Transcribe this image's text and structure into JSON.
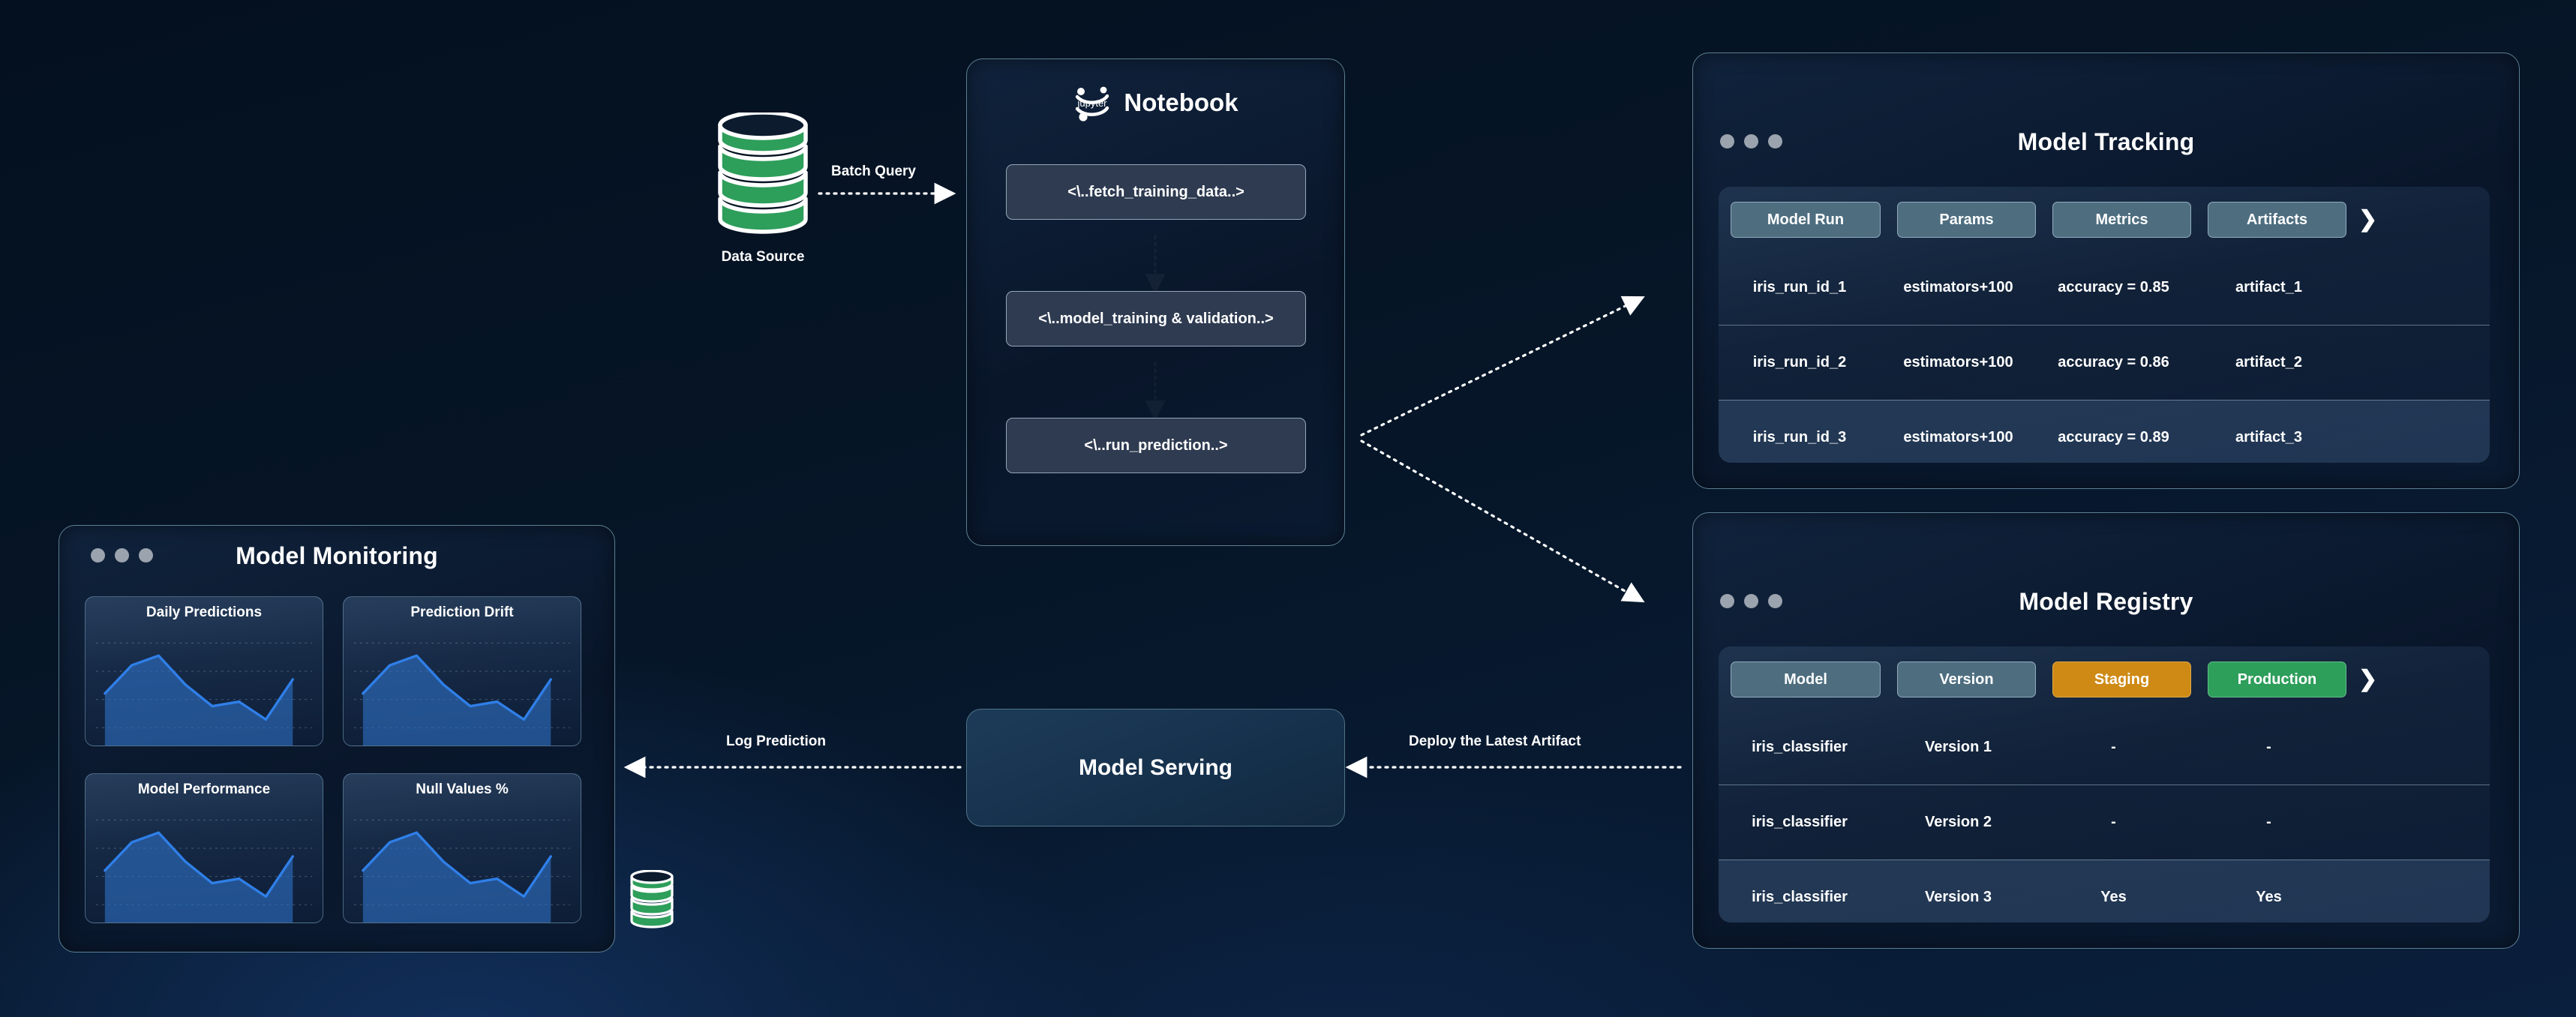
{
  "background": {
    "base_color": "#061426",
    "accent_color": "#0c2043"
  },
  "palette": {
    "panel_border": "#5c7f93",
    "header_pill": "#4e6e80",
    "staging_badge": "#ce8a14",
    "production_badge": "#2e9e5b",
    "database_green": "#2e9e5b",
    "sparkline_line": "#2f7fe8",
    "dot_gray": "#9ba3ae"
  },
  "data_source": {
    "label": "Data Source",
    "icon": "database-cylinder-icon"
  },
  "edges": {
    "batch_query": "Batch Query",
    "log_prediction": "Log Prediction",
    "deploy_artifact": "Deploy the Latest Artifact"
  },
  "notebook": {
    "title": "Notebook",
    "logo": "jupyter-logo",
    "steps": [
      {
        "label": "<\\..fetch_training_data..>"
      },
      {
        "label": "<\\..model_training & validation..>"
      },
      {
        "label": "<\\..run_prediction..>"
      }
    ]
  },
  "model_tracking": {
    "title": "Model Tracking",
    "window_dots": 3,
    "more_icon": "chevron-right-icon",
    "columns": [
      {
        "label": "Model Run",
        "style": "neutral"
      },
      {
        "label": "Params",
        "style": "neutral"
      },
      {
        "label": "Metrics",
        "style": "neutral"
      },
      {
        "label": "Artifacts",
        "style": "neutral"
      }
    ],
    "rows": [
      {
        "cells": [
          "iris_run_id_1",
          "estimators+100",
          "accuracy = 0.85",
          "artifact_1"
        ],
        "highlight": false
      },
      {
        "cells": [
          "iris_run_id_2",
          "estimators+100",
          "accuracy = 0.86",
          "artifact_2"
        ],
        "highlight": false
      },
      {
        "cells": [
          "iris_run_id_3",
          "estimators+100",
          "accuracy = 0.89",
          "artifact_3"
        ],
        "highlight": true
      }
    ]
  },
  "model_registry": {
    "title": "Model Registry",
    "window_dots": 3,
    "more_icon": "chevron-right-icon",
    "columns": [
      {
        "label": "Model",
        "style": "neutral"
      },
      {
        "label": "Version",
        "style": "neutral"
      },
      {
        "label": "Staging",
        "style": "amber"
      },
      {
        "label": "Production",
        "style": "green"
      }
    ],
    "rows": [
      {
        "cells": [
          "iris_classifier",
          "Version 1",
          "-",
          "-"
        ],
        "highlight": false
      },
      {
        "cells": [
          "iris_classifier",
          "Version 2",
          "-",
          "-"
        ],
        "highlight": false
      },
      {
        "cells": [
          "iris_classifier",
          "Version 3",
          "Yes",
          "Yes"
        ],
        "highlight": true
      }
    ]
  },
  "model_monitoring": {
    "title": "Model Monitoring",
    "window_dots": 3,
    "cards": [
      {
        "title": "Daily Predictions"
      },
      {
        "title": "Prediction Drift"
      },
      {
        "title": "Model Performance"
      },
      {
        "title": "Null Values %"
      }
    ]
  },
  "model_serving": {
    "title": "Model Serving"
  },
  "chart_data": {
    "type": "area",
    "title": "Model Monitoring sparklines",
    "grid": true,
    "legend": "none",
    "xlabel": "",
    "ylabel": "",
    "ylim": [
      0,
      100
    ],
    "x": [
      0,
      1,
      2,
      3,
      4,
      5,
      6,
      7,
      8
    ],
    "series": [
      {
        "name": "Daily Predictions",
        "values": [
          44,
          66,
          72,
          52,
          30,
          33,
          20,
          47,
          47
        ]
      },
      {
        "name": "Prediction Drift",
        "values": [
          44,
          66,
          72,
          52,
          30,
          33,
          20,
          47,
          47
        ]
      },
      {
        "name": "Model Performance",
        "values": [
          44,
          66,
          72,
          52,
          30,
          33,
          20,
          47,
          47
        ]
      },
      {
        "name": "Null Values %",
        "values": [
          44,
          66,
          72,
          52,
          30,
          33,
          20,
          47,
          47
        ]
      }
    ]
  }
}
